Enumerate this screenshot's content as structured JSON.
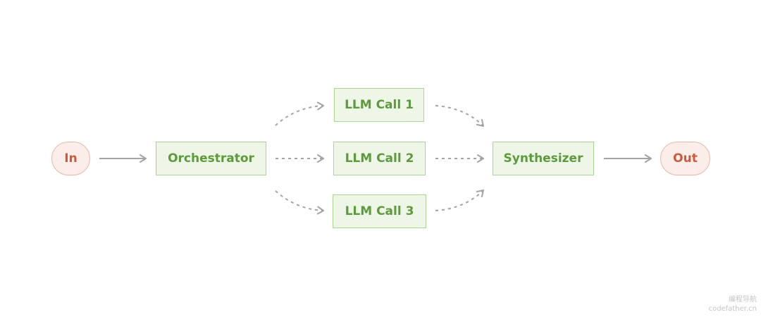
{
  "diagram": {
    "nodes": {
      "input": "In",
      "orchestrator": "Orchestrator",
      "llm_call_1": "LLM Call 1",
      "llm_call_2": "LLM Call 2",
      "llm_call_3": "LLM Call 3",
      "synthesizer": "Synthesizer",
      "output": "Out"
    },
    "edges": [
      {
        "from": "In",
        "to": "Orchestrator",
        "style": "solid"
      },
      {
        "from": "Orchestrator",
        "to": "LLM Call 1",
        "style": "dotted"
      },
      {
        "from": "Orchestrator",
        "to": "LLM Call 2",
        "style": "dotted"
      },
      {
        "from": "Orchestrator",
        "to": "LLM Call 3",
        "style": "dotted"
      },
      {
        "from": "LLM Call 1",
        "to": "Synthesizer",
        "style": "dotted"
      },
      {
        "from": "LLM Call 2",
        "to": "Synthesizer",
        "style": "dotted"
      },
      {
        "from": "LLM Call 3",
        "to": "Synthesizer",
        "style": "dotted"
      },
      {
        "from": "Synthesizer",
        "to": "Out",
        "style": "solid"
      }
    ],
    "colors": {
      "terminal_fill": "#fbeeea",
      "terminal_border": "#e6b7ab",
      "terminal_text": "#cc5b3c",
      "step_fill": "#eef6e8",
      "step_border": "#a9d494",
      "step_text": "#5c9a3c",
      "arrow": "#a3a3a3"
    }
  },
  "watermark": {
    "line1": "编程导航",
    "line2": "codefather.cn"
  }
}
